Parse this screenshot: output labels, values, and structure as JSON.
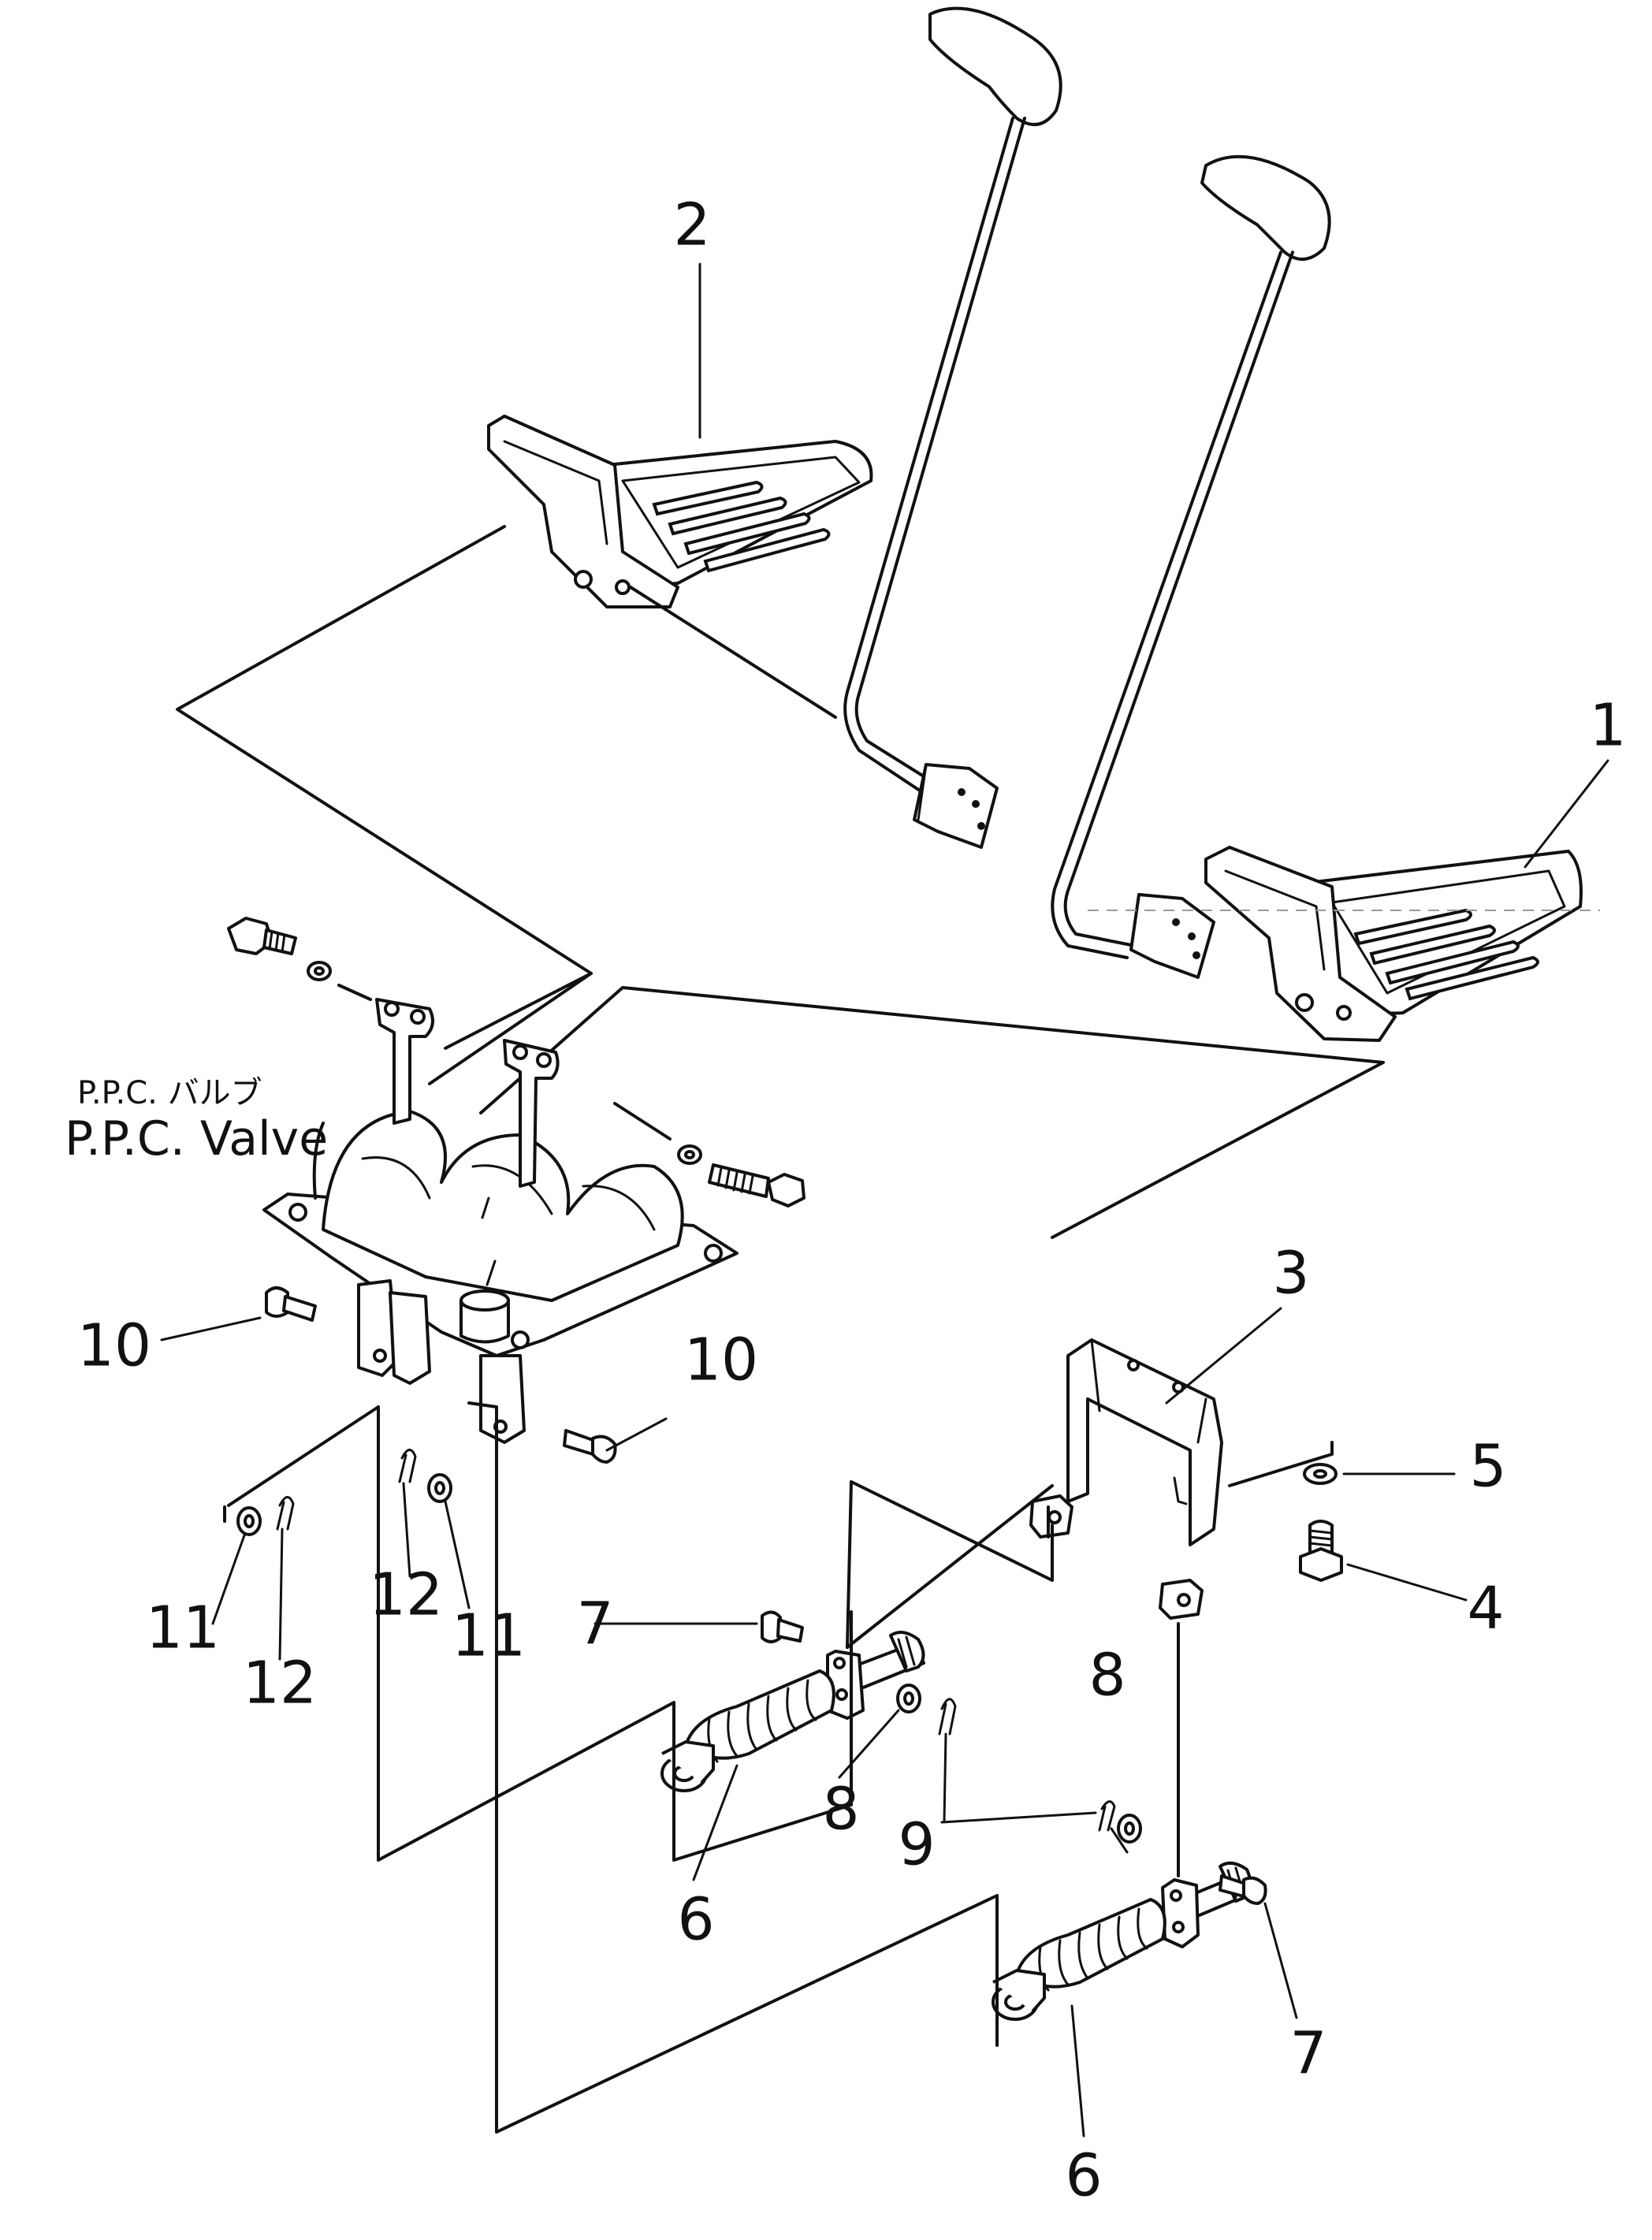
{
  "diagram": {
    "captions": {
      "valve_jp": "P.P.C.  バルブ",
      "valve_en": "P.P.C. Valve"
    },
    "callouts": {
      "c1": "1",
      "c2": "2",
      "c3": "3",
      "c4": "4",
      "c5": "5",
      "c6a": "6",
      "c6b": "6",
      "c7a": "7",
      "c7b": "7",
      "c8a": "8",
      "c8b": "8",
      "c9": "9",
      "c10a": "10",
      "c10b": "10",
      "c11a": "11",
      "c11b": "11",
      "c12a": "12",
      "c12b": "12"
    }
  }
}
